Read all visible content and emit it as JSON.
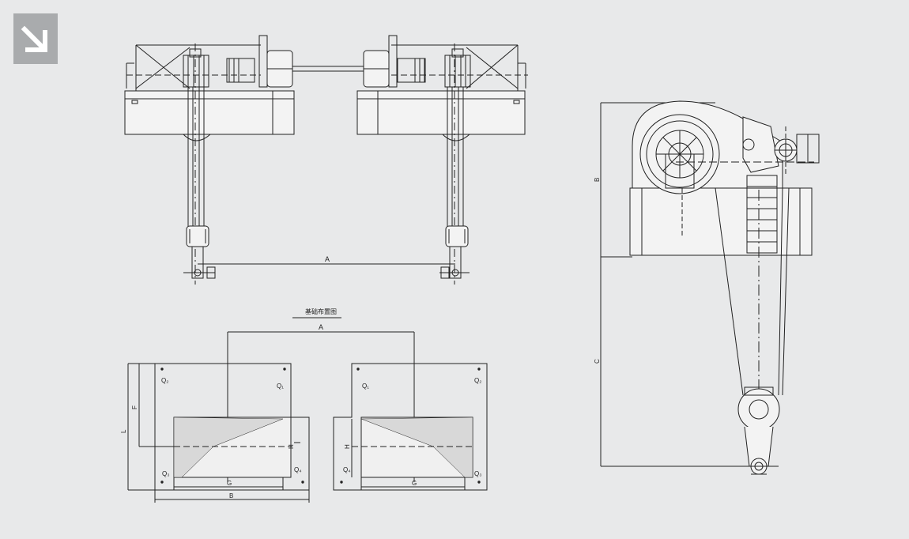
{
  "corner_icon": "arrow-down-right-icon",
  "colors": {
    "line": "#222222",
    "background": "#e8e9ea",
    "icon_bg": "#a9abad",
    "fill": "#f2f2f2"
  },
  "front_view": {
    "span_label": "A"
  },
  "foundation": {
    "title": "基础布置图",
    "span_label": "A",
    "left": {
      "q2": "Q₂",
      "q1": "Q₁",
      "q3": "Q₃",
      "q4": "Q₄",
      "l": "L",
      "f": "F",
      "h": "H",
      "g": "G",
      "b": "B"
    },
    "right": {
      "q1": "Q₁",
      "q2": "Q₂",
      "q4": "Q₄",
      "q3": "Q₃",
      "h": "H",
      "g": "G"
    }
  },
  "side_view": {
    "b_label": "B",
    "c_label": "C"
  }
}
